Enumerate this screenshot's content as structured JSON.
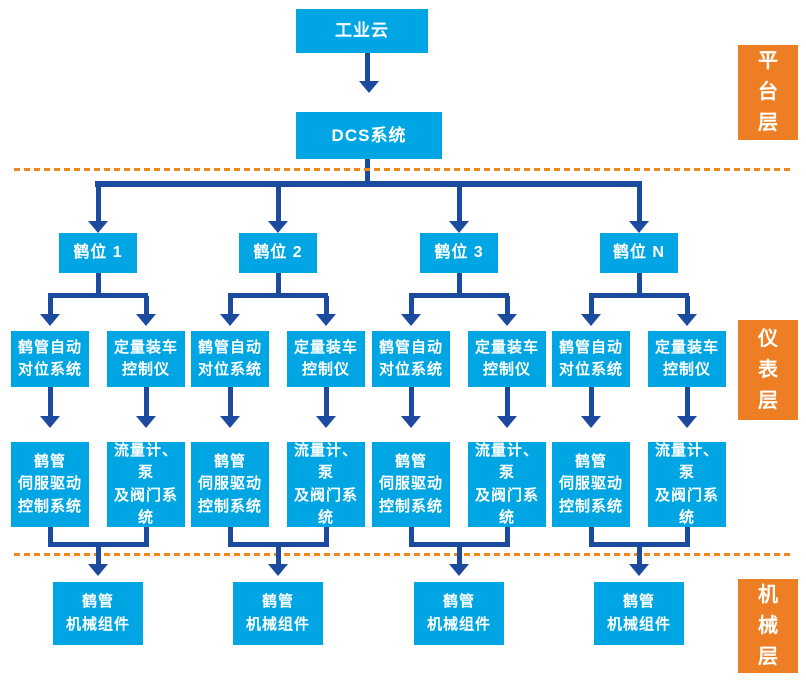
{
  "colors": {
    "box_cyan": "#00a6e4",
    "connector_navy": "#1c4a9e",
    "layer_orange": "#ee7e23",
    "dash_orange": "#f0861c",
    "text_white": "#ffffff"
  },
  "top": {
    "cloud_label": "工业云",
    "dcs_label": "DCS系统"
  },
  "layers": {
    "platform": "平台层",
    "instrument": "仪表层",
    "mechanical": "机械层"
  },
  "branches": [
    {
      "label": "鹤位 1"
    },
    {
      "label": "鹤位 2"
    },
    {
      "label": "鹤位 3"
    },
    {
      "label": "鹤位 N"
    }
  ],
  "branch_boxes": {
    "auto_align": "鹤管自动\n对位系统",
    "loading_control": "定量装车\n控制仪",
    "servo_drive": "鹤管\n伺服驱动\n控制系统",
    "flow_pump_valve": "流量计、泵\n及阀门系统",
    "mechanical_components": "鹤管\n机械组件"
  }
}
